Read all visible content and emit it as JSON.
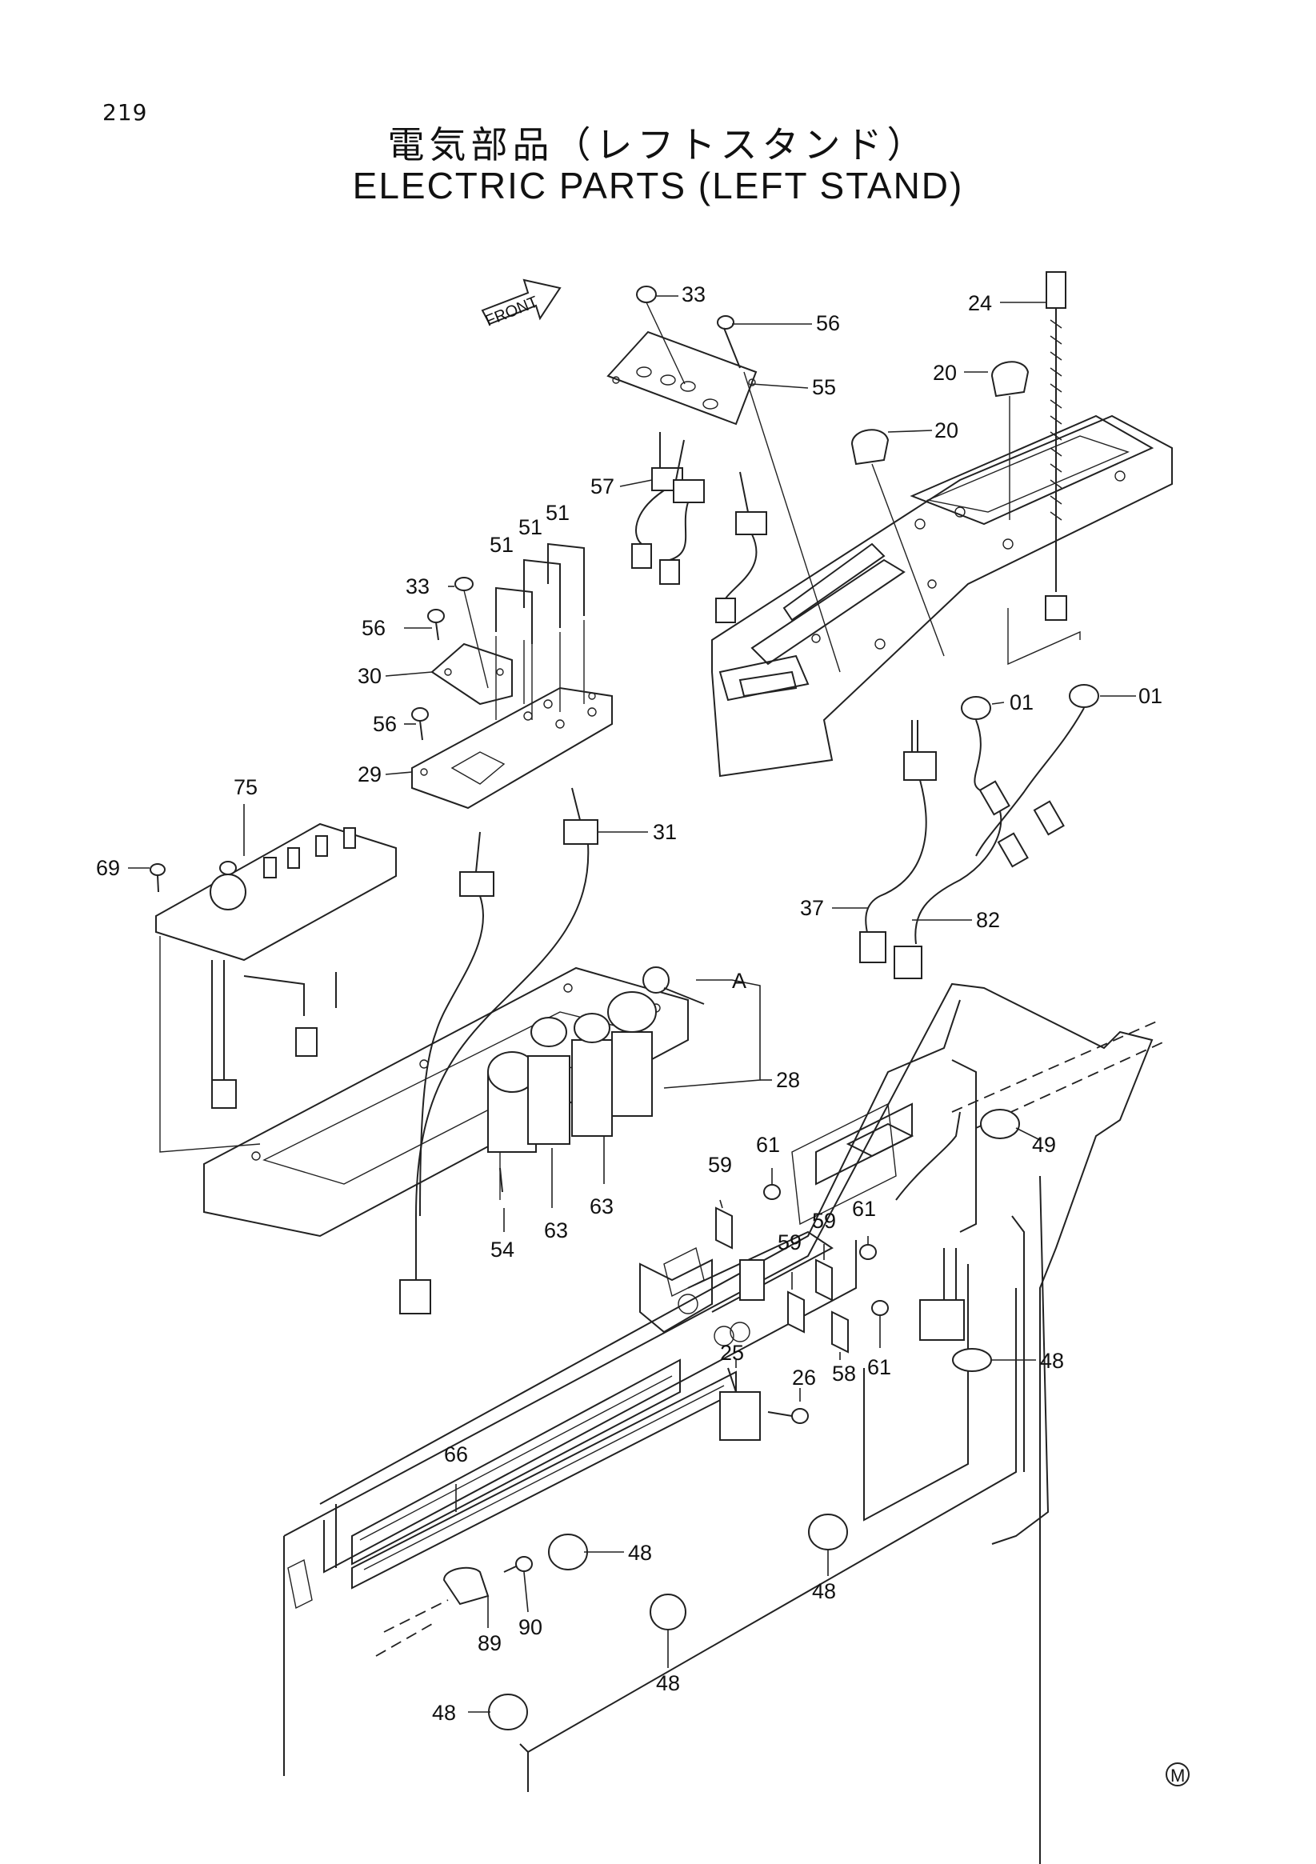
{
  "page_number": "219",
  "title_japanese": "電気部品（レフトスタンド）",
  "title_english": "ELECTRIC PARTS (LEFT STAND)",
  "front_label": "FRONT",
  "mark": "M",
  "callouts": [
    {
      "id": "c-24",
      "text": "24"
    },
    {
      "id": "c-33a",
      "text": "33"
    },
    {
      "id": "c-56a",
      "text": "56"
    },
    {
      "id": "c-55",
      "text": "55"
    },
    {
      "id": "c-20a",
      "text": "20"
    },
    {
      "id": "c-20b",
      "text": "20"
    },
    {
      "id": "c-57",
      "text": "57"
    },
    {
      "id": "c-51a",
      "text": "51"
    },
    {
      "id": "c-51b",
      "text": "51"
    },
    {
      "id": "c-51c",
      "text": "51"
    },
    {
      "id": "c-33b",
      "text": "33"
    },
    {
      "id": "c-56b",
      "text": "56"
    },
    {
      "id": "c-30",
      "text": "30"
    },
    {
      "id": "c-56c",
      "text": "56"
    },
    {
      "id": "c-29",
      "text": "29"
    },
    {
      "id": "c-01a",
      "text": "01"
    },
    {
      "id": "c-01b",
      "text": "01"
    },
    {
      "id": "c-75",
      "text": "75"
    },
    {
      "id": "c-31",
      "text": "31"
    },
    {
      "id": "c-69",
      "text": "69"
    },
    {
      "id": "c-37",
      "text": "37"
    },
    {
      "id": "c-82",
      "text": "82"
    },
    {
      "id": "c-A",
      "text": "A"
    },
    {
      "id": "c-28",
      "text": "28"
    },
    {
      "id": "c-49",
      "text": "49"
    },
    {
      "id": "c-61a",
      "text": "61"
    },
    {
      "id": "c-59a",
      "text": "59"
    },
    {
      "id": "c-59b",
      "text": "59"
    },
    {
      "id": "c-61b",
      "text": "61"
    },
    {
      "id": "c-59c",
      "text": "59"
    },
    {
      "id": "c-54",
      "text": "54"
    },
    {
      "id": "c-63a",
      "text": "63"
    },
    {
      "id": "c-63b",
      "text": "63"
    },
    {
      "id": "c-61c",
      "text": "61"
    },
    {
      "id": "c-58",
      "text": "58"
    },
    {
      "id": "c-25",
      "text": "25"
    },
    {
      "id": "c-26",
      "text": "26"
    },
    {
      "id": "c-48a",
      "text": "48"
    },
    {
      "id": "c-66",
      "text": "66"
    },
    {
      "id": "c-48b",
      "text": "48"
    },
    {
      "id": "c-48c",
      "text": "48"
    },
    {
      "id": "c-90",
      "text": "90"
    },
    {
      "id": "c-89",
      "text": "89"
    },
    {
      "id": "c-48d",
      "text": "48"
    },
    {
      "id": "c-48e",
      "text": "48"
    }
  ]
}
